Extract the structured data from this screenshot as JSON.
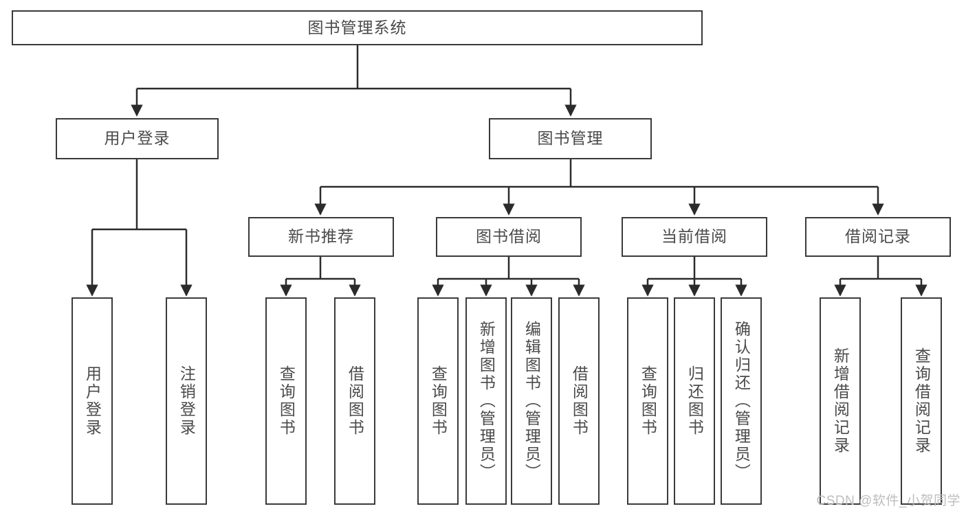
{
  "diagram": {
    "title": "图书管理系统",
    "type": "tree-hierarchy-diagram",
    "colors": {
      "box_border": "#3a3a3a",
      "box_fill": "#ffffff",
      "connector": "#2b2b2b",
      "text": "#4a4a4a",
      "watermark": "#bdbdbd",
      "background": "#ffffff"
    },
    "root": {
      "label": "图书管理系统"
    },
    "level2": [
      {
        "label": "用户登录"
      },
      {
        "label": "图书管理"
      }
    ],
    "level3": [
      {
        "label": "新书推荐"
      },
      {
        "label": "图书借阅"
      },
      {
        "label": "当前借阅"
      },
      {
        "label": "借阅记录"
      }
    ],
    "leaves": {
      "user_login": [
        {
          "label": "用户登录"
        },
        {
          "label": "注销登录"
        }
      ],
      "new_book_recommend": [
        {
          "label": "查询图书"
        },
        {
          "label": "借阅图书"
        }
      ],
      "book_borrow": [
        {
          "label": "查询图书"
        },
        {
          "label": "新增图书（管理员）"
        },
        {
          "label": "编辑图书（管理员）"
        },
        {
          "label": "借阅图书"
        }
      ],
      "current_borrow": [
        {
          "label": "查询图书"
        },
        {
          "label": "归还图书"
        },
        {
          "label": "确认归还（管理员）"
        }
      ],
      "borrow_records": [
        {
          "label": "新增借阅记录"
        },
        {
          "label": "查询借阅记录"
        }
      ]
    }
  },
  "watermark": {
    "text": "CSDN @软件_小贺同学"
  }
}
